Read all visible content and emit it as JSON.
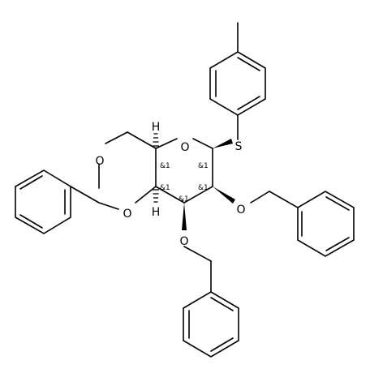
{
  "atoms": {
    "ring_o": "O",
    "diox_o1": "O",
    "diox_o2": "O",
    "o2": "O",
    "o3": "O",
    "s1": "S",
    "h5": "H",
    "h4": "H"
  },
  "stereo_labels": {
    "c5": "&1",
    "c1": "&1",
    "c2": "&1",
    "c3": "&1",
    "c4": "&1"
  }
}
